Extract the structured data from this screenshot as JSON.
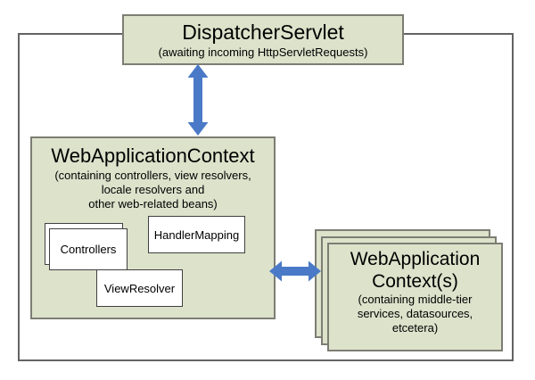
{
  "colors": {
    "background": "#ffffff",
    "box_fill": "#dde2cb",
    "box_border": "#7d7d74",
    "outer_border": "#636363",
    "inner_box_border": "#404040",
    "arrow": "#4a7ac7",
    "text": "#000000"
  },
  "dispatcher_servlet": {
    "title": "DispatcherServlet",
    "subtitle": "(awaiting incoming HttpServletRequests)"
  },
  "web_application_context": {
    "title": "WebApplicationContext",
    "subtitle_lines": [
      "(containing controllers, view resolvers,",
      "locale resolvers and",
      "other web-related beans)"
    ],
    "beans": [
      "Controllers",
      "HandlerMapping",
      "ViewResolver"
    ]
  },
  "middle_tier_contexts": {
    "title_lines": [
      "WebApplication",
      "Context(s)"
    ],
    "subtitle_lines": [
      "(containing middle-tier",
      "services, datasources,",
      "etcetera)"
    ]
  }
}
